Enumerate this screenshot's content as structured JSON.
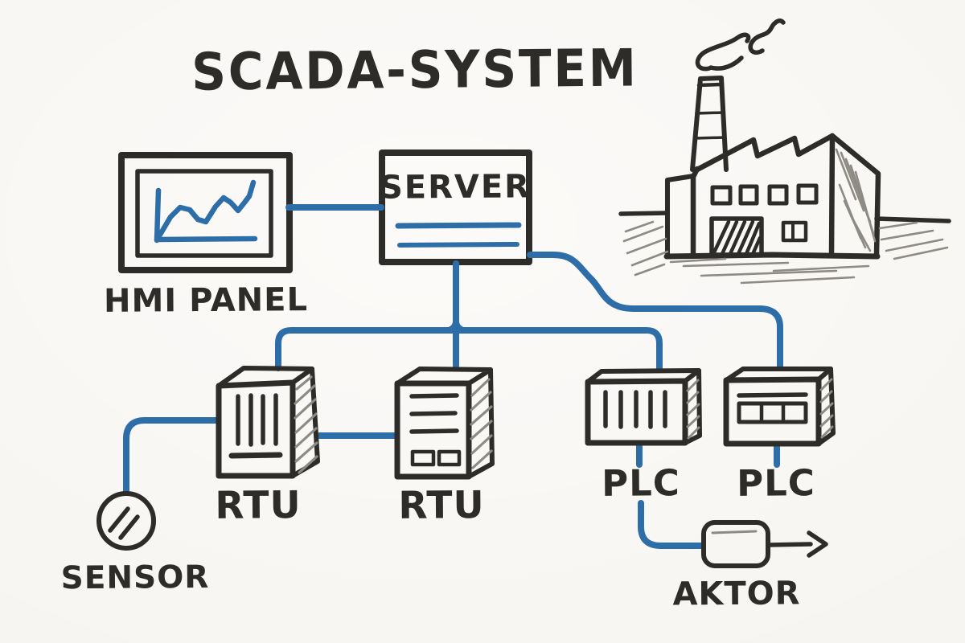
{
  "title": "SCADA-SYSTEM",
  "colors": {
    "ink": "#2e2c29",
    "wire": "#2e6ea8",
    "pencil": "#8e8a84",
    "paper": "#f7f5f1"
  },
  "nodes": {
    "hmi": {
      "label": "HMI PANEL"
    },
    "server": {
      "label": "SERVER"
    },
    "rtu1": {
      "label": "RTU"
    },
    "rtu2": {
      "label": "RTU"
    },
    "plc1": {
      "label": "PLC"
    },
    "plc2": {
      "label": "PLC"
    },
    "sensor": {
      "label": "SENSOR"
    },
    "aktor": {
      "label": "AKTOR"
    }
  },
  "connections": [
    {
      "from": "hmi",
      "to": "server"
    },
    {
      "from": "server",
      "to": "rtu1"
    },
    {
      "from": "server",
      "to": "rtu2"
    },
    {
      "from": "server",
      "to": "plc1"
    },
    {
      "from": "server",
      "to": "plc2"
    },
    {
      "from": "sensor",
      "to": "rtu1"
    },
    {
      "from": "rtu1",
      "to": "rtu2"
    },
    {
      "from": "plc1",
      "to": "aktor"
    }
  ],
  "icons": {
    "hmi_screen": "monitor-frame-with-trend-line-chart",
    "server_panel": "box-with-two-data-lines",
    "rtu1_front": "box-with-vertical-slots",
    "rtu2_front": "box-with-horizontal-slots-and-ports",
    "plc1_front": "box-with-vertical-slots",
    "plc2_front": "box-with-terminal-strip",
    "sensor": "circle-with-double-slash",
    "aktor": "rounded-box-with-output-arrow",
    "factory": "factory-sketch-with-chimney-and-smoke"
  }
}
